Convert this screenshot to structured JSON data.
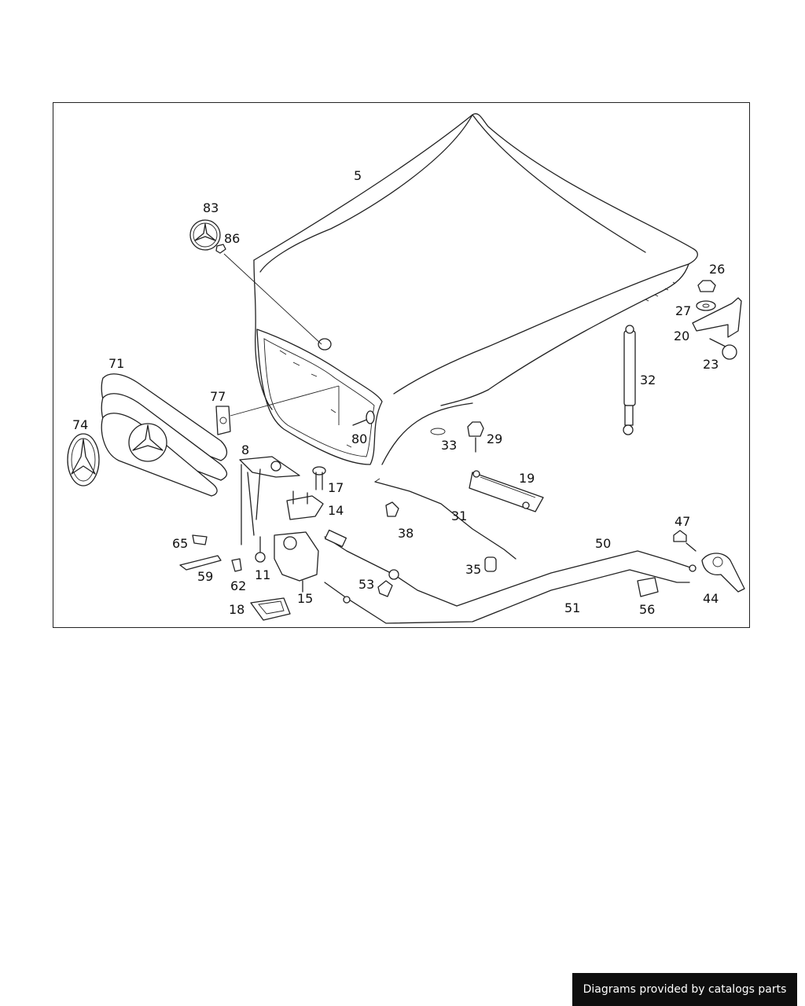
{
  "diagram": {
    "callouts": [
      "5",
      "83",
      "86",
      "26",
      "27",
      "20",
      "23",
      "32",
      "71",
      "77",
      "74",
      "80",
      "33",
      "29",
      "19",
      "8",
      "17",
      "14",
      "31",
      "38",
      "65",
      "59",
      "62",
      "11",
      "15",
      "18",
      "53",
      "35",
      "50",
      "51",
      "56",
      "47",
      "44"
    ]
  },
  "watermark": {
    "text": "Diagrams provided by catalogs parts"
  }
}
